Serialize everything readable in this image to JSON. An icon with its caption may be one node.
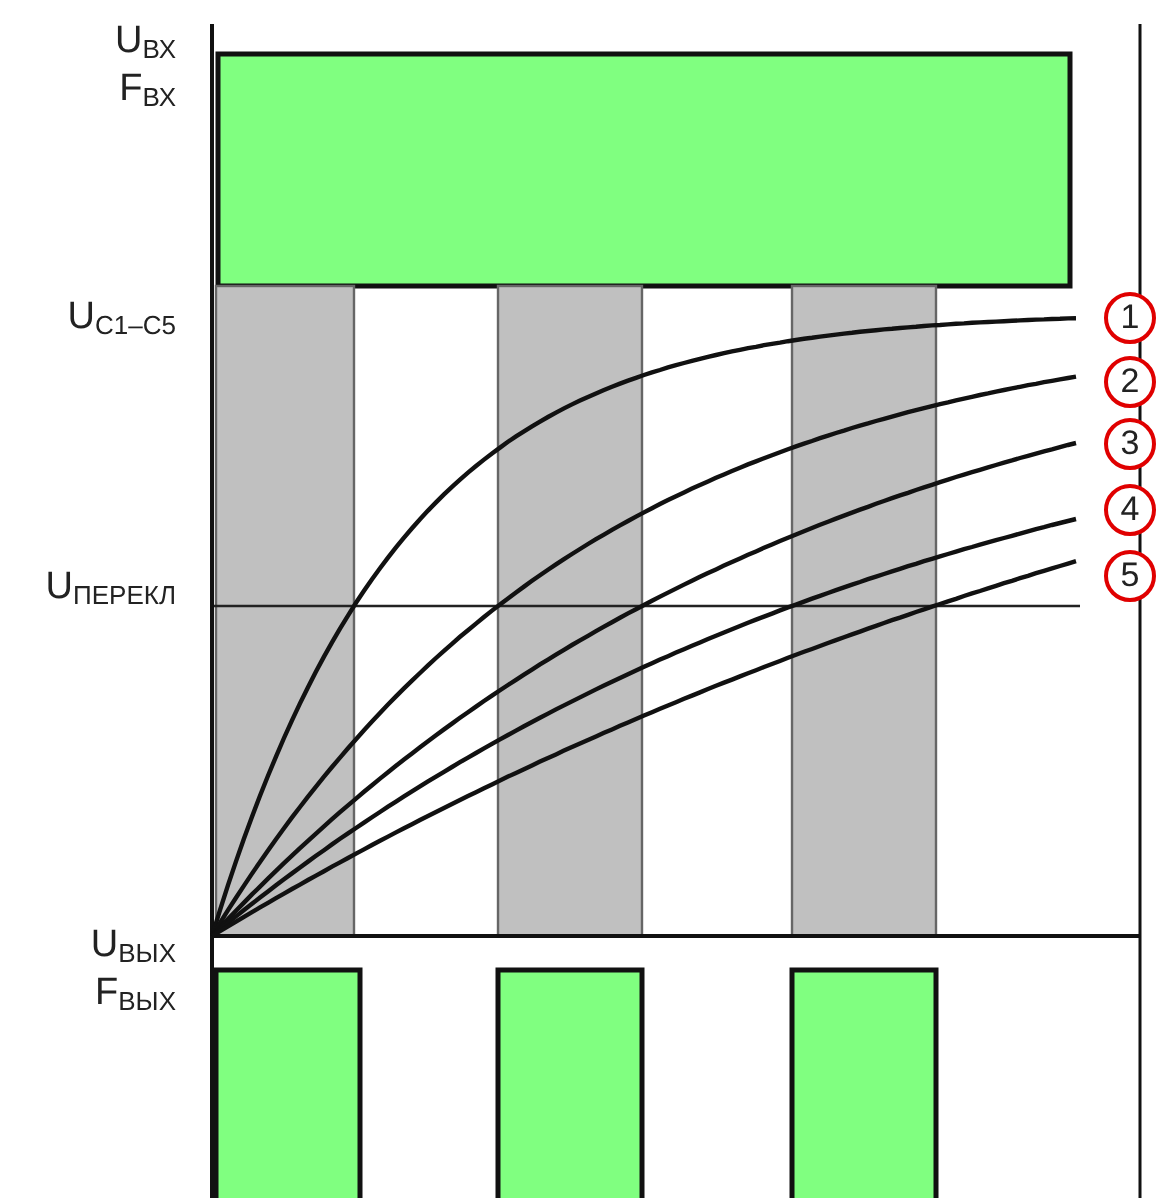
{
  "diagram": {
    "labels": [
      "U$_{ВХ}$",
      "F$_{ВХ}$",
      "U$_{C1–C5}$",
      "1",
      "2",
      "3",
      "4",
      "5",
      "U$_{ПЕРЕКЛ}$",
      "U$_{ВЫХ}$",
      "F$_{ВЫХ}$"
    ]
  }
}
